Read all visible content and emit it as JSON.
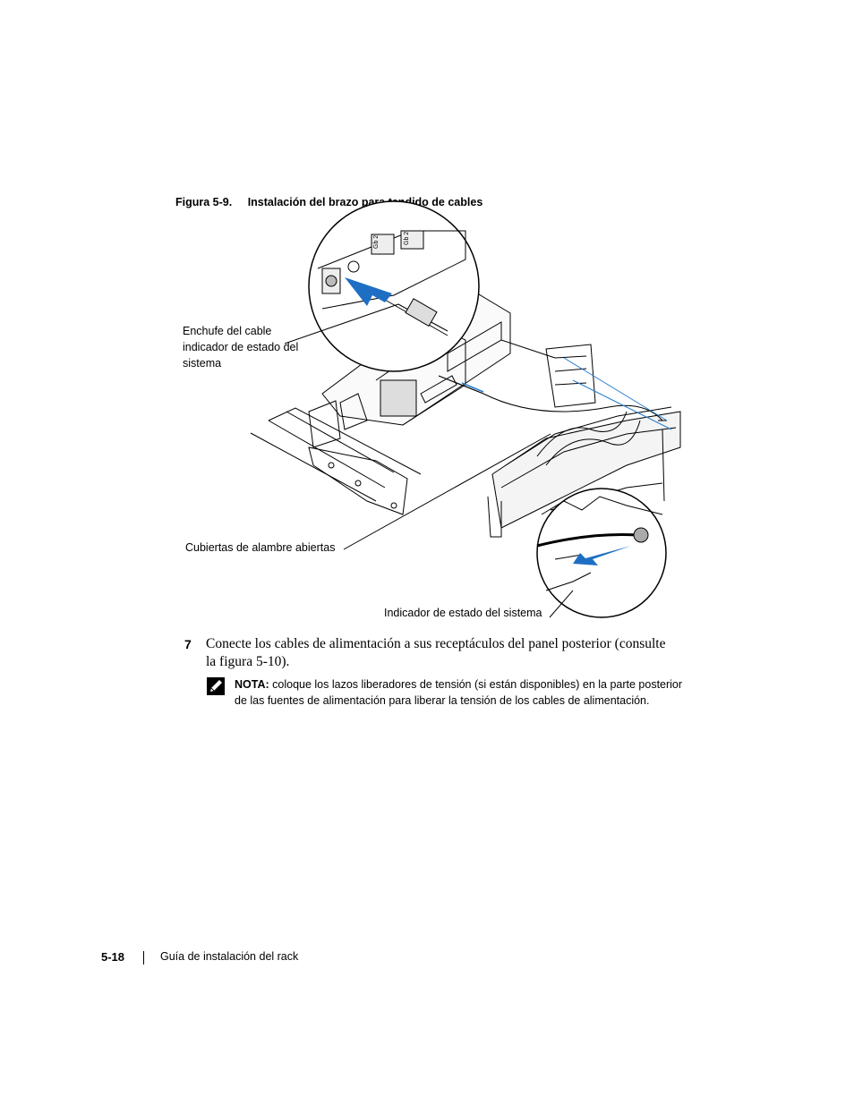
{
  "figure": {
    "number": "Figura 5-9.",
    "title": "Instalación del brazo para tendido de cables",
    "callouts": {
      "plug": "Enchufe del cable indicador de estado del sistema",
      "wire_covers": "Cubiertas de alambre abiertas",
      "indicator": "Indicador de estado del sistema"
    },
    "port_marks": [
      "Gb 2",
      "Gb 2"
    ]
  },
  "step": {
    "number": "7",
    "text": "Conecte los cables de alimentación a sus receptáculos del panel posterior (consulte la figura 5-10)."
  },
  "note": {
    "label": "NOTA:",
    "text": "coloque los lazos liberadores de tensión (si están disponibles) en la parte posterior de las fuentes de alimentación para liberar la tensión de los cables de alimentación.",
    "icon": "pencil-note-icon"
  },
  "footer": {
    "page": "5-18",
    "title": "Guía de instalación del rack"
  },
  "colors": {
    "arrow_blue": "#1e6fc4",
    "line_blue": "#2a7fd0"
  }
}
